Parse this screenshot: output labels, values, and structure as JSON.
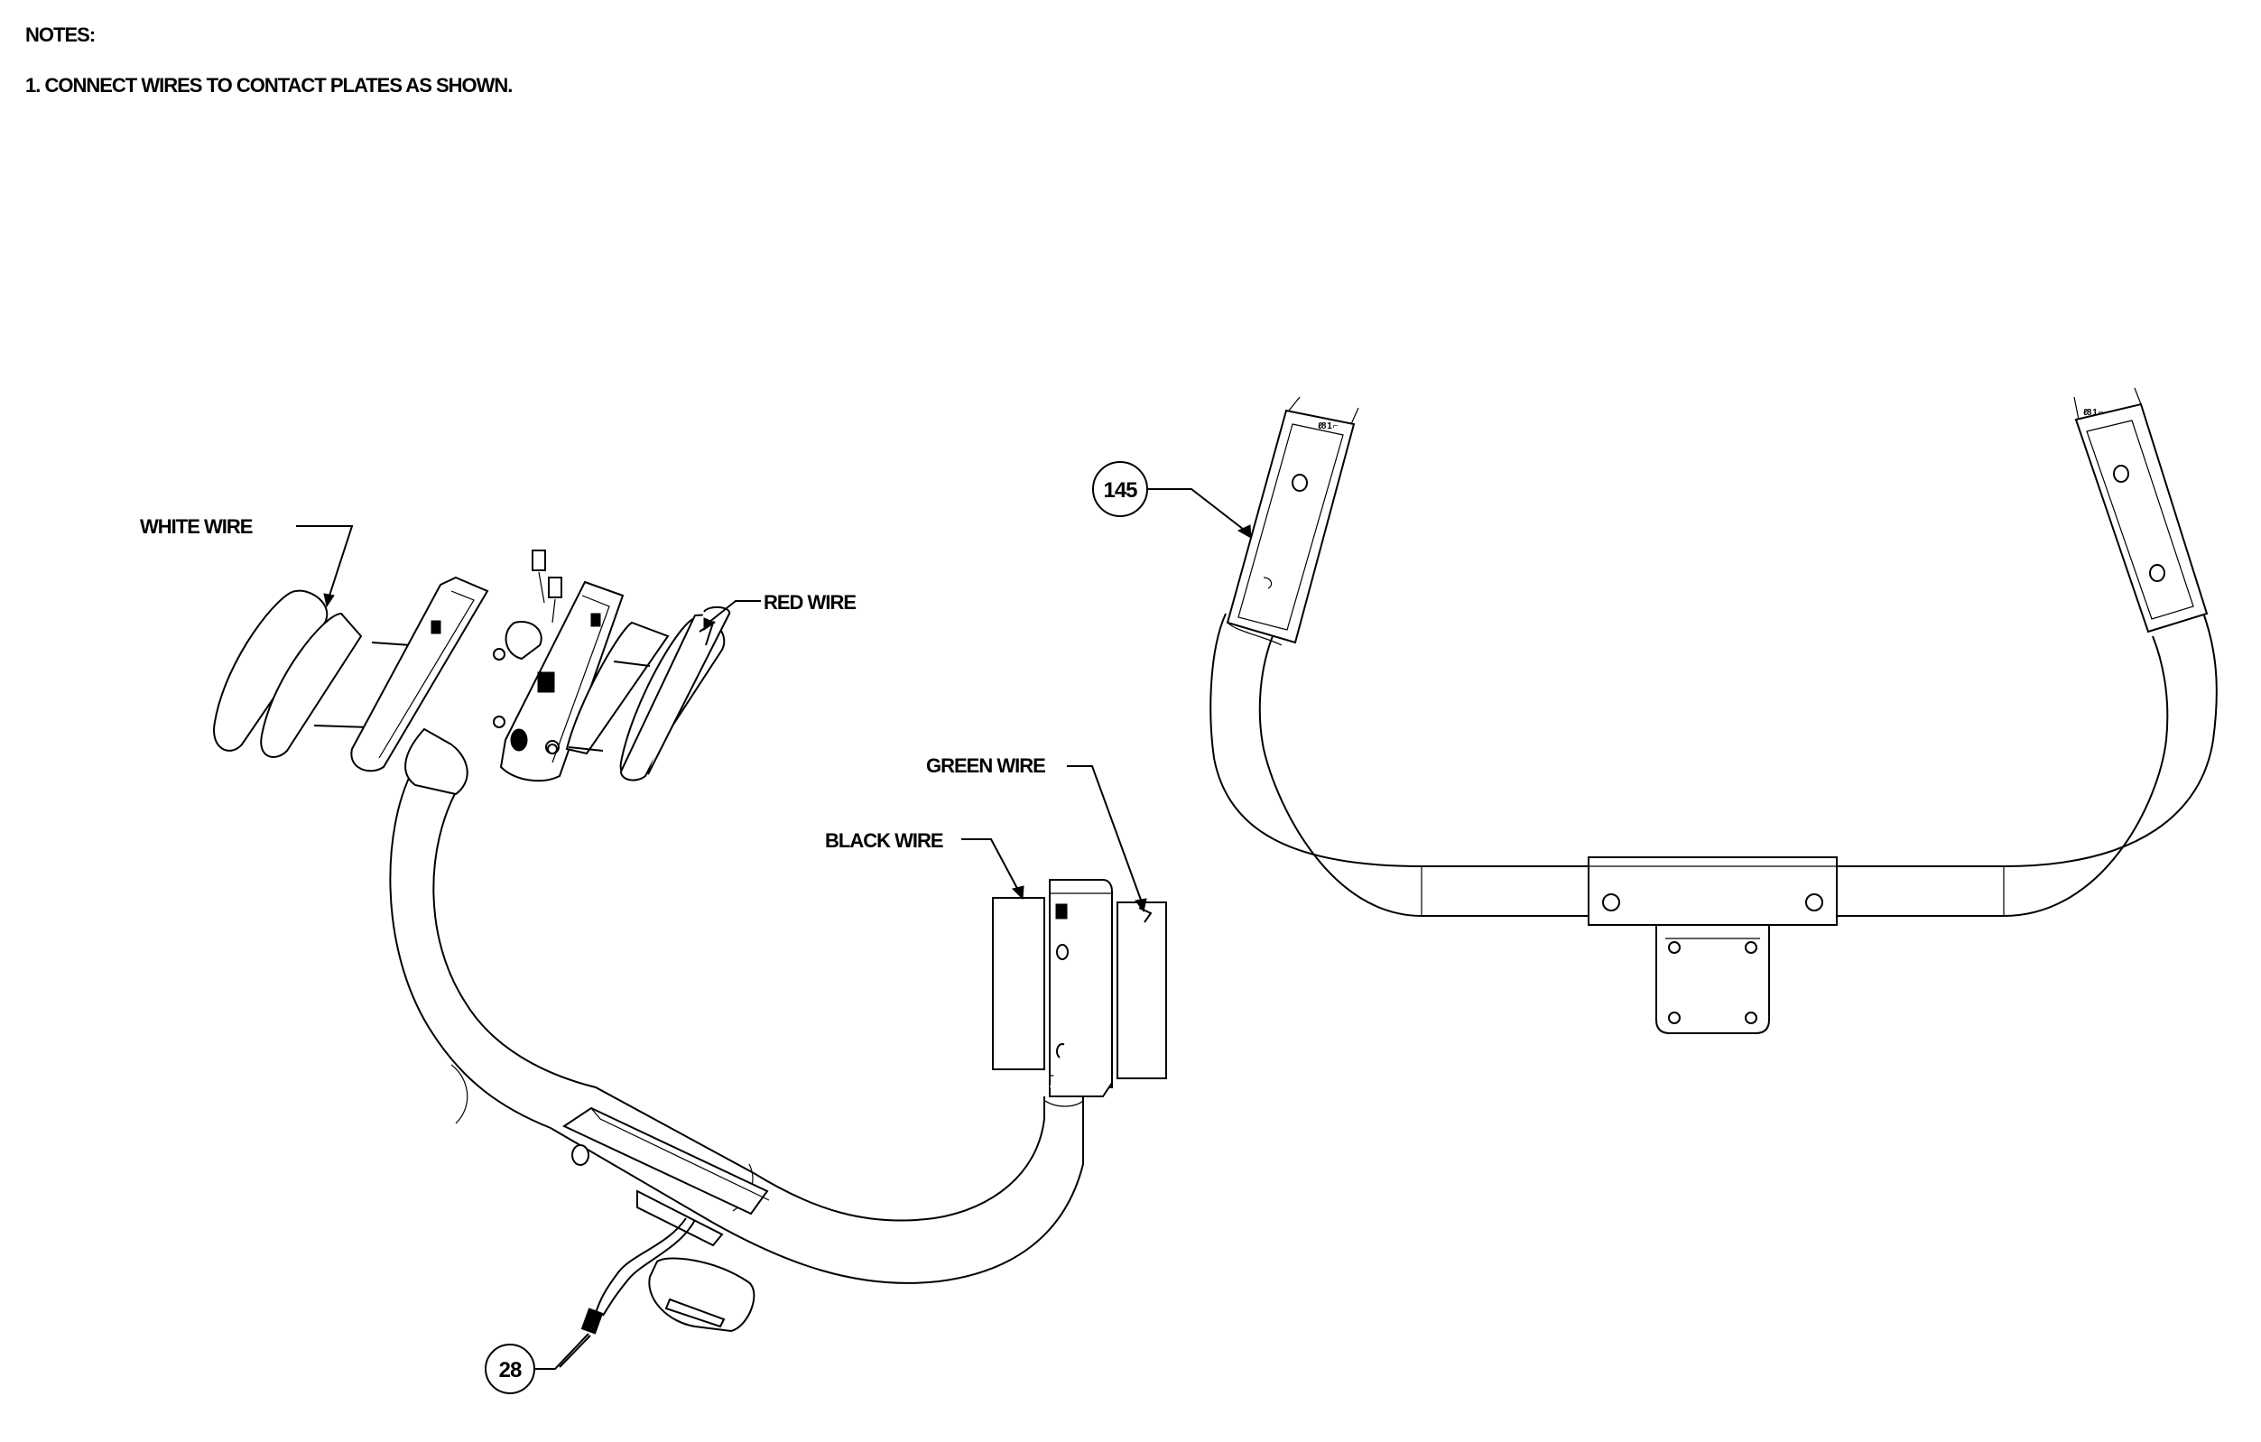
{
  "notes": {
    "heading": "NOTES:",
    "item_1": "1. CONNECT WIRES TO CONTACT PLATES AS SHOWN."
  },
  "labels": {
    "white_wire": "WHITE WIRE",
    "red_wire": "RED WIRE",
    "green_wire": "GREEN WIRE",
    "black_wire": "BLACK WIRE"
  },
  "callouts": {
    "part_28": "28",
    "part_145": "145"
  },
  "icons": {
    "exploded_view": "handlebar-exploded-assembly-icon",
    "assembled_view": "handlebar-assembled-icon"
  }
}
